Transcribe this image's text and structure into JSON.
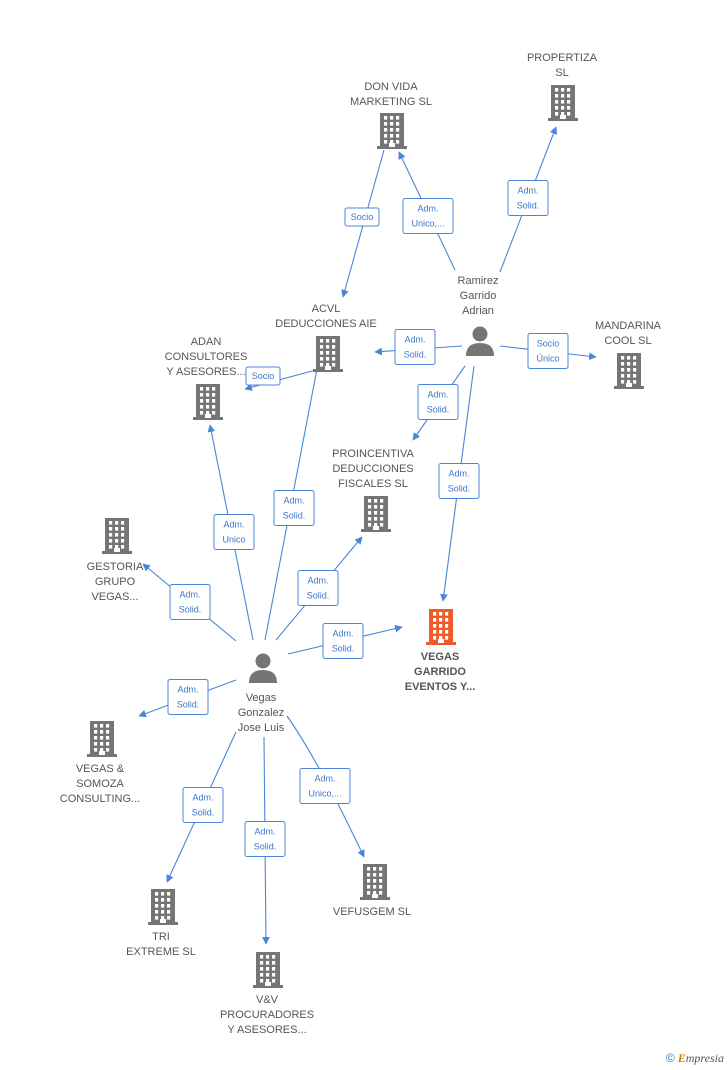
{
  "colors": {
    "edge": "#4a86d8",
    "building": "#757575",
    "building_highlight": "#f05a28",
    "person": "#757575"
  },
  "nodes": [
    {
      "id": "donvida",
      "type": "building",
      "icon": "building-icon",
      "label": [
        "DON VIDA",
        "MARKETING  SL"
      ]
    },
    {
      "id": "propertiza",
      "type": "building",
      "icon": "building-icon",
      "label": [
        "PROPERTIZA",
        "SL"
      ]
    },
    {
      "id": "ramirez",
      "type": "person",
      "icon": "person-icon",
      "label": [
        "Ramirez",
        "Garrido",
        "Adrian"
      ]
    },
    {
      "id": "acvl",
      "type": "building",
      "icon": "building-icon",
      "label": [
        "ACVL",
        "DEDUCCIONES AIE"
      ]
    },
    {
      "id": "adan",
      "type": "building",
      "icon": "building-icon",
      "label": [
        "ADAN",
        "CONSULTORES",
        "Y ASESORES..."
      ]
    },
    {
      "id": "mandarina",
      "type": "building",
      "icon": "building-icon",
      "label": [
        "MANDARINA",
        "COOL  SL"
      ]
    },
    {
      "id": "proincentiva",
      "type": "building",
      "icon": "building-icon",
      "label": [
        "PROINCENTIVA",
        "DEDUCCIONES",
        "FISCALES  SL"
      ]
    },
    {
      "id": "gestoria",
      "type": "building",
      "icon": "building-icon",
      "label": [
        "GESTORIA",
        "GRUPO",
        "VEGAS..."
      ]
    },
    {
      "id": "vegasgarrido",
      "type": "building",
      "icon": "building-icon",
      "highlight": true,
      "label": [
        "VEGAS",
        "GARRIDO",
        "EVENTOS Y..."
      ]
    },
    {
      "id": "vegasgonzalez",
      "type": "person",
      "icon": "person-icon",
      "label": [
        "Vegas",
        "Gonzalez",
        "Jose Luis"
      ]
    },
    {
      "id": "vegassomoza",
      "type": "building",
      "icon": "building-icon",
      "label": [
        "VEGAS &",
        "SOMOZA",
        "CONSULTING..."
      ]
    },
    {
      "id": "vefusgem",
      "type": "building",
      "icon": "building-icon",
      "label": [
        "VEFUSGEM SL"
      ]
    },
    {
      "id": "tri",
      "type": "building",
      "icon": "building-icon",
      "label": [
        "TRI",
        "EXTREME SL"
      ]
    },
    {
      "id": "vyv",
      "type": "building",
      "icon": "building-icon",
      "label": [
        "V&V",
        "PROCURADORES",
        "Y ASESORES..."
      ]
    }
  ],
  "edges": [
    {
      "from": "acvl",
      "to": "donvida",
      "label": [
        "Socio"
      ]
    },
    {
      "from": "ramirez",
      "to": "donvida",
      "label": [
        "Adm.",
        "Unico,..."
      ]
    },
    {
      "from": "ramirez",
      "to": "propertiza",
      "label": [
        "Adm.",
        "Solid."
      ]
    },
    {
      "from": "ramirez",
      "to": "acvl",
      "label": [
        "Adm.",
        "Solid."
      ]
    },
    {
      "from": "ramirez",
      "to": "mandarina",
      "label": [
        "Socio",
        "Único"
      ]
    },
    {
      "from": "ramirez",
      "to": "proincentiva",
      "label": [
        "Adm.",
        "Solid."
      ]
    },
    {
      "from": "ramirez",
      "to": "vegasgarrido",
      "label": [
        "Adm.",
        "Solid."
      ]
    },
    {
      "from": "acvl",
      "to": "adan",
      "label": [
        "Socio"
      ]
    },
    {
      "from": "vegasgonzalez",
      "to": "adan",
      "label": [
        "Adm.",
        "Unico"
      ]
    },
    {
      "from": "vegasgonzalez",
      "to": "acvl",
      "label": [
        "Adm.",
        "Solid."
      ]
    },
    {
      "from": "vegasgonzalez",
      "to": "proincentiva",
      "label": [
        "Adm.",
        "Solid."
      ]
    },
    {
      "from": "vegasgonzalez",
      "to": "gestoria",
      "label": [
        "Adm.",
        "Solid."
      ]
    },
    {
      "from": "vegasgonzalez",
      "to": "vegasgarrido",
      "label": [
        "Adm.",
        "Solid."
      ]
    },
    {
      "from": "vegasgonzalez",
      "to": "vegassomoza",
      "label": [
        "Adm.",
        "Solid."
      ]
    },
    {
      "from": "vegasgonzalez",
      "to": "vefusgem",
      "label": [
        "Adm.",
        "Unico,..."
      ]
    },
    {
      "from": "vegasgonzalez",
      "to": "tri",
      "label": [
        "Adm.",
        "Solid."
      ]
    },
    {
      "from": "vegasgonzalez",
      "to": "vyv",
      "label": [
        "Adm.",
        "Solid."
      ]
    }
  ],
  "brand": {
    "copyright": "©",
    "initial": "E",
    "rest": "mpresia"
  }
}
